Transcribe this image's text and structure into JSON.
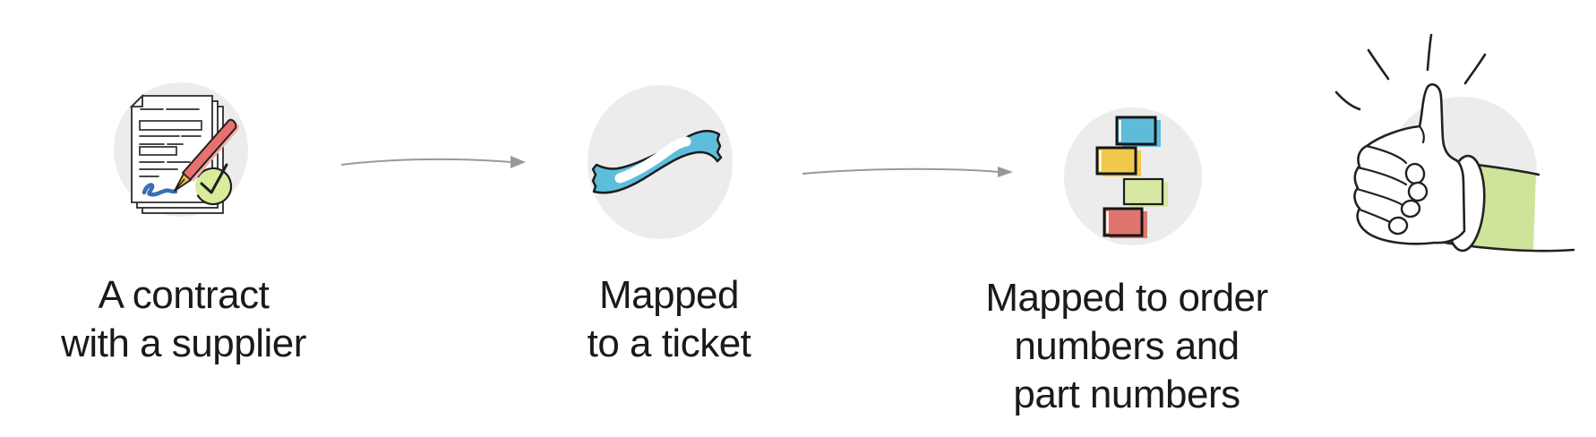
{
  "steps": [
    {
      "id": "contract",
      "caption_lines": [
        "A contract",
        "with a supplier"
      ]
    },
    {
      "id": "ticket",
      "caption_lines": [
        "Mapped",
        "to a ticket"
      ]
    },
    {
      "id": "order-numbers",
      "caption_lines": [
        "Mapped to order",
        "numbers and",
        "part numbers"
      ]
    },
    {
      "id": "approval",
      "caption_lines": []
    }
  ],
  "icons": {
    "contract": "signed-contract-with-pen-and-checkmark",
    "ticket": "blue-ribbon-ticket",
    "blocks": "stacked-colored-blocks",
    "approval": "thumbs-up-hand"
  },
  "colors": {
    "circle_bg": "#ececec",
    "arrow_gray": "#999999",
    "text": "#1a1a1a",
    "ticket_blue": "#5fbddc",
    "block_blue": "#5fbcd9",
    "block_yellow": "#f0c94d",
    "block_green": "#d6e8a2",
    "block_red": "#e0756f",
    "pen_red": "#e8716d",
    "pen_nib_gold": "#edb74a",
    "pen_shadow_pink": "#f2aeaa",
    "signature_blue": "#3a6eb5",
    "check_green": "#d8ec9c",
    "sleeve_green": "#cfe49b",
    "paper_white": "#ffffff"
  }
}
